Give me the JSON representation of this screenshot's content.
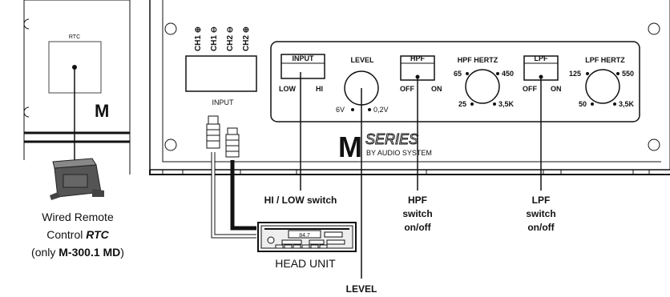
{
  "rtc_panel": {
    "label": "RTC"
  },
  "terminals": {
    "ch1_plus": "CH1 ⊕",
    "ch1_minus": "CH1 ⊖",
    "ch2_minus": "CH2 ⊖",
    "ch2_plus": "CH2 ⊕",
    "input_label": "INPUT"
  },
  "controls": {
    "input_switch": {
      "title": "INPUT",
      "low": "LOW",
      "hi": "HI"
    },
    "level": {
      "title": "LEVEL",
      "min": "6V",
      "max": "0,2V"
    },
    "hpf_switch": {
      "title": "HPF",
      "off": "OFF",
      "on": "ON"
    },
    "hpf_hertz": {
      "title": "HPF  HERTZ",
      "v1": "65",
      "v2": "450",
      "v3": "25",
      "v4": "3,5K"
    },
    "lpf_switch": {
      "title": "LPF",
      "off": "OFF",
      "on": "ON"
    },
    "lpf_hertz": {
      "title": "LPF  HERTZ",
      "v1": "125",
      "v2": "550",
      "v3": "50",
      "v4": "3,5K"
    }
  },
  "brand": {
    "m": "M",
    "series": "SERIES",
    "by": "BY AUDIO SYSTEM"
  },
  "head_unit": {
    "display": "84.7",
    "label": "HEAD UNIT"
  },
  "callouts": {
    "hilow": "HI / LOW switch",
    "level": "LEVEL",
    "hpf_1": "HPF",
    "hpf_2": "switch",
    "hpf_3": "on/off",
    "lpf_1": "LPF",
    "lpf_2": "switch",
    "lpf_3": "on/off"
  },
  "rtc_caption": {
    "line1": "Wired Remote",
    "line2_a": "Control ",
    "line2_b": "RTC",
    "line3_a": "(only ",
    "line3_b": "M-300.1 MD",
    "line3_c": ")"
  }
}
